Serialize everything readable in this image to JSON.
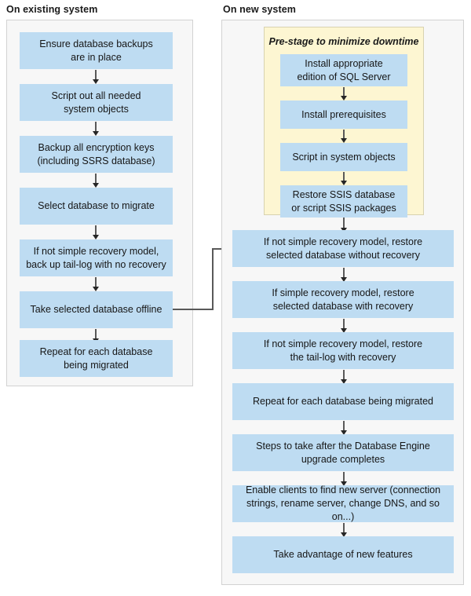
{
  "diagram": {
    "title": "SQL Server migration to new system flowchart",
    "colors": {
      "node_fill": "#bedcf2",
      "panel_fill": "#f7f7f7",
      "panel_border": "#d2d2d2",
      "subpanel_fill": "#fdf6d2",
      "subpanel_border": "#d8d2b0",
      "arrow": "#595959",
      "text": "#161616"
    }
  },
  "left_panel": {
    "title": "On existing system",
    "steps": [
      {
        "label": "Ensure database backups\nare in place"
      },
      {
        "label": "Script out all needed\nsystem objects"
      },
      {
        "label": "Backup all encryption keys\n(including SSRS database)"
      },
      {
        "label": "Select database to migrate"
      },
      {
        "label": "If not simple recovery model,\nback up tail-log with no recovery"
      },
      {
        "label": "Take selected database offline"
      },
      {
        "label": "Repeat for each database\nbeing migrated"
      }
    ]
  },
  "right_panel": {
    "title": "On new system",
    "prestage": {
      "title": "Pre-stage to minimize downtime",
      "steps": [
        {
          "label": "Install appropriate\nedition of SQL Server"
        },
        {
          "label": "Install prerequisites"
        },
        {
          "label": "Script in system objects"
        },
        {
          "label": "Restore SSIS database\nor script SSIS packages"
        }
      ]
    },
    "steps": [
      {
        "label": "If not simple recovery model, restore\nselected database without recovery"
      },
      {
        "label": "If simple recovery model, restore\nselected database with recovery"
      },
      {
        "label": "If not simple recovery model, restore\nthe tail-log with recovery"
      },
      {
        "label": "Repeat for each database being migrated"
      },
      {
        "label": "Steps to take after the Database Engine\nupgrade completes"
      },
      {
        "label": "Enable clients to find new server (connection\nstrings, rename server, change DNS, and so on...)"
      },
      {
        "label": "Take advantage of new features"
      }
    ]
  },
  "cross_connector": {
    "from": "Take selected database offline",
    "to": "If not simple recovery model, restore selected database without recovery"
  }
}
